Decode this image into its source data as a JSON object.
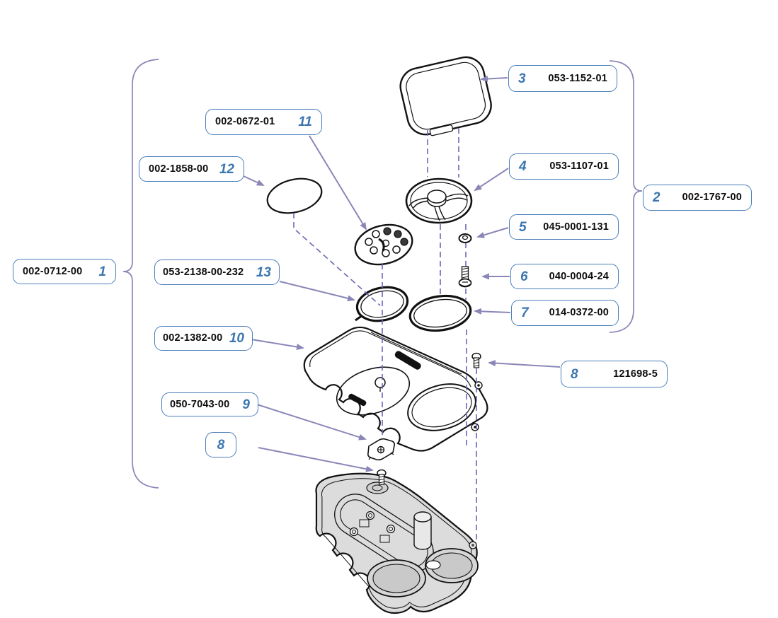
{
  "diagram": {
    "kind": "exploded-parts-diagram",
    "colors": {
      "callout_border": "#4a7ebb",
      "item_number": "#3b76b0",
      "part_number": "#0d0d0d",
      "leader_line": "#8a87b8",
      "dashed_line": "#6868b4",
      "base_fill": "#dcdcdc"
    },
    "callouts": {
      "c1": {
        "number": "1",
        "part": "002-0712-00"
      },
      "c2": {
        "number": "2",
        "part": "002-1767-00"
      },
      "c3": {
        "number": "3",
        "part": "053-1152-01"
      },
      "c4": {
        "number": "4",
        "part": "053-1107-01"
      },
      "c5": {
        "number": "5",
        "part": "045-0001-131"
      },
      "c6": {
        "number": "6",
        "part": "040-0004-24"
      },
      "c7": {
        "number": "7",
        "part": "014-0372-00"
      },
      "c8": {
        "number": "8",
        "part": "121698-5"
      },
      "c8b": {
        "number": "8"
      },
      "c9": {
        "number": "9",
        "part": "050-7043-00"
      },
      "c10": {
        "number": "10",
        "part": "002-1382-00"
      },
      "c11": {
        "number": "11",
        "part": "002-0672-01"
      },
      "c12": {
        "number": "12",
        "part": "002-1858-00"
      },
      "c13": {
        "number": "13",
        "part": "053-2138-00-232"
      }
    }
  }
}
